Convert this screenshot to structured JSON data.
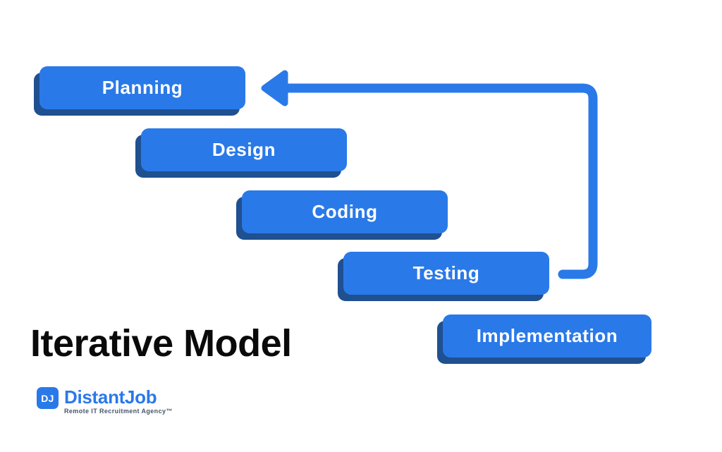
{
  "title": "Iterative Model",
  "steps": [
    {
      "label": "Planning"
    },
    {
      "label": "Design"
    },
    {
      "label": "Coding"
    },
    {
      "label": "Testing"
    },
    {
      "label": "Implementation"
    }
  ],
  "arrow": {
    "icon": "loop-back-arrow-icon"
  },
  "logo": {
    "monogram": "DJ",
    "name": "DistantJob",
    "tagline": "Remote IT Recruitment Agency™"
  },
  "colors": {
    "primary_blue": "#2A79E8",
    "shadow_navy": "#1F5090",
    "title_black": "#0A0A0A",
    "tagline_gray": "#475569",
    "box_text_white": "#FFFFFF",
    "background": "#FFFFFF"
  }
}
